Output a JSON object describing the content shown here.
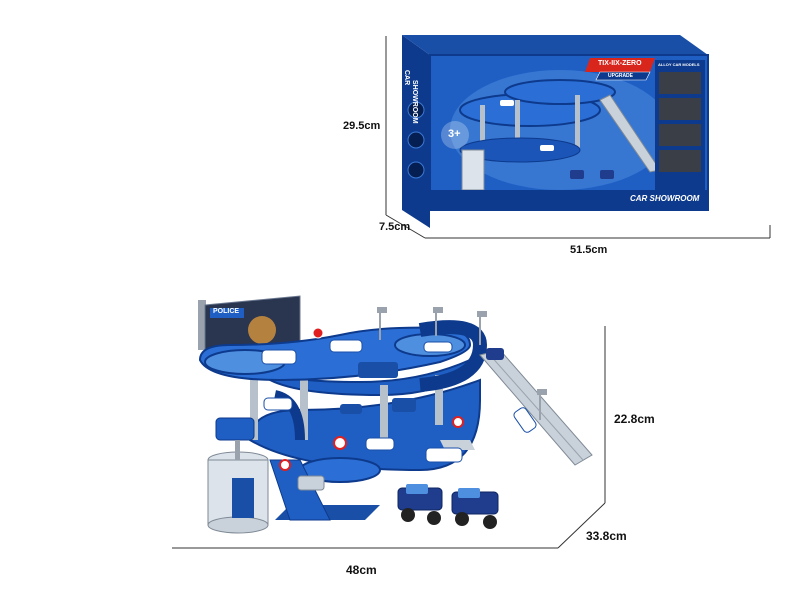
{
  "box": {
    "brand": "TIX-IIX-ZERO",
    "edition": "UPGRADE",
    "side_line1": "CAR",
    "side_line2": "SHOWROOM",
    "age_badge": "3+",
    "model_label": "ALLOY CAR MODELS",
    "front_title": "CAR SHOWROOM",
    "dimensions": {
      "height": "29.5cm",
      "depth": "7.5cm",
      "width": "51.5cm"
    }
  },
  "playset": {
    "sign_label": "POLICE",
    "dimensions": {
      "height": "22.8cm",
      "depth": "33.8cm",
      "width": "48cm"
    }
  },
  "colors": {
    "blue_dark": "#0d3a8c",
    "blue": "#1f5fc4",
    "blue_light": "#4f8fe0",
    "grey": "#9aa3ad",
    "white": "#ffffff"
  }
}
